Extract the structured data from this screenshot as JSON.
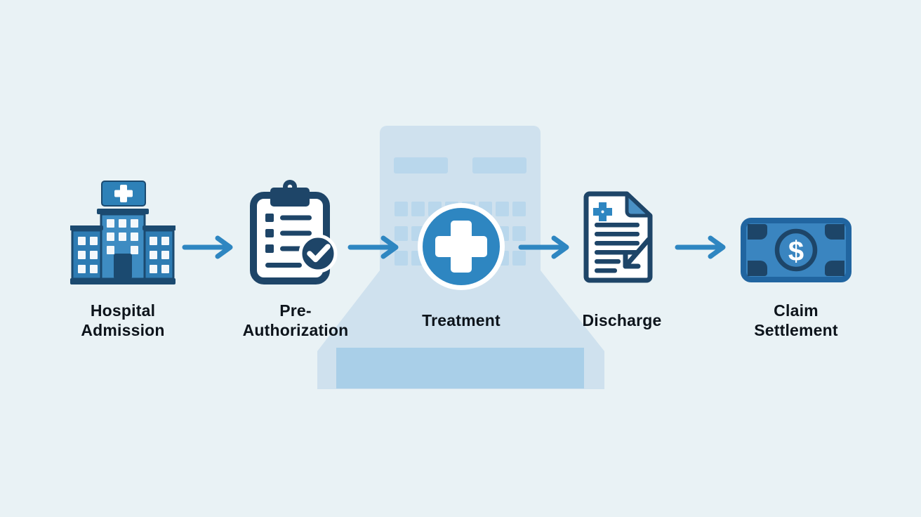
{
  "diagram": {
    "steps": [
      {
        "name": "hospital-admission",
        "lines": [
          "Hospital",
          "Admission"
        ],
        "icon": "hospital-building-icon"
      },
      {
        "name": "pre-authorization",
        "lines": [
          "Pre-",
          "Authorization"
        ],
        "icon": "clipboard-checklist-icon"
      },
      {
        "name": "treatment",
        "lines": [
          "Treatment"
        ],
        "icon": "medical-cross-icon"
      },
      {
        "name": "discharge",
        "lines": [
          "Discharge"
        ],
        "icon": "discharge-document-icon"
      },
      {
        "name": "claim-settlement",
        "lines": [
          "Claim",
          "Settlement"
        ],
        "icon": "banknote-dollar-icon"
      }
    ],
    "icons": {
      "dollar_glyph": "$"
    },
    "colors": {
      "background": "#e9f2f5",
      "accent_blue": "#2e86c1",
      "mid_blue": "#2e7cb3",
      "light_blue_fill": "#3e8cc2",
      "navy": "#1b4a70",
      "dark_navy": "#1e4568",
      "silhouette": "#cfe1ee",
      "silhouette_window": "#b9d7ec",
      "silhouette_band": "#a9cfe8",
      "label_text": "#0d141b"
    }
  }
}
